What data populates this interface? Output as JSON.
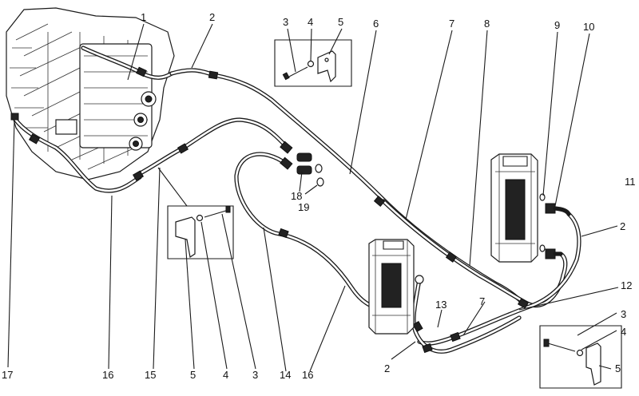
{
  "callouts": [
    {
      "label": "1"
    },
    {
      "label": "2"
    },
    {
      "label": "3"
    },
    {
      "label": "4"
    },
    {
      "label": "5"
    },
    {
      "label": "6"
    },
    {
      "label": "7"
    },
    {
      "label": "8"
    },
    {
      "label": "9"
    },
    {
      "label": "10"
    },
    {
      "label": "11"
    },
    {
      "label": "2"
    },
    {
      "label": "12"
    },
    {
      "label": "3"
    },
    {
      "label": "4"
    },
    {
      "label": "5"
    },
    {
      "label": "13"
    },
    {
      "label": "7"
    },
    {
      "label": "2"
    },
    {
      "label": "16"
    },
    {
      "label": "14"
    },
    {
      "label": "3"
    },
    {
      "label": "4"
    },
    {
      "label": "5"
    },
    {
      "label": "15"
    },
    {
      "label": "16"
    },
    {
      "label": "17"
    },
    {
      "label": "18"
    },
    {
      "label": "19"
    }
  ]
}
